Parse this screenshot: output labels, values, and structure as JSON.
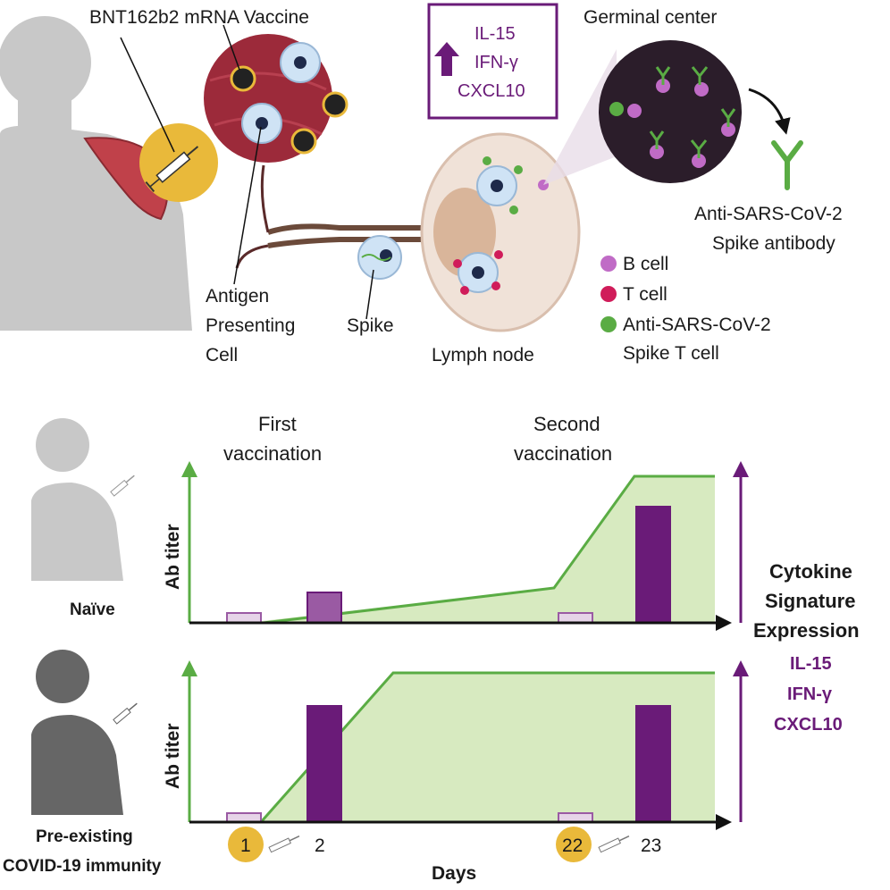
{
  "top": {
    "vaccine_label": "BNT162b2 mRNA Vaccine",
    "cytokine_box": [
      "IL-15",
      "IFN-γ",
      "CXCL10"
    ],
    "germinal_center_label": "Germinal center",
    "antibody_label_line1": "Anti-SARS-CoV-2",
    "antibody_label_line2": "Spike antibody",
    "apc_label": [
      "Antigen",
      "Presenting",
      "Cell"
    ],
    "spike_label": "Spike",
    "lymph_node_label": "Lymph node",
    "legend": {
      "b_cell": "B cell",
      "t_cell": "T cell",
      "spike_t_cell_line1": "Anti-SARS-CoV-2",
      "spike_t_cell_line2": "Spike T cell"
    }
  },
  "bottom": {
    "first_vaccination": [
      "First",
      "vaccination"
    ],
    "second_vaccination": [
      "Second",
      "vaccination"
    ],
    "y_axis_label": "Ab titer",
    "naive_label": "Naïve",
    "preexisting_label": [
      "Pre-existing",
      "COVID-19 immunity"
    ],
    "cytokine_title": [
      "Cytokine",
      "Signature",
      "Expression"
    ],
    "cytokine_list": [
      "IL-15",
      "IFN-γ",
      "CXCL10"
    ],
    "day_1": "1",
    "day_2": "2",
    "day_22": "22",
    "day_23": "23",
    "x_axis_label": "Days"
  },
  "colors": {
    "green": "#5aac44",
    "green_fill": "#d7eac0",
    "purple": "#6a1b78",
    "purple_mid": "#9a5aa3",
    "purple_light": "#e6d4e8",
    "gold": "#e9b93a",
    "silhouette": "#c8c8c8",
    "silhouette_dark": "#666666"
  }
}
